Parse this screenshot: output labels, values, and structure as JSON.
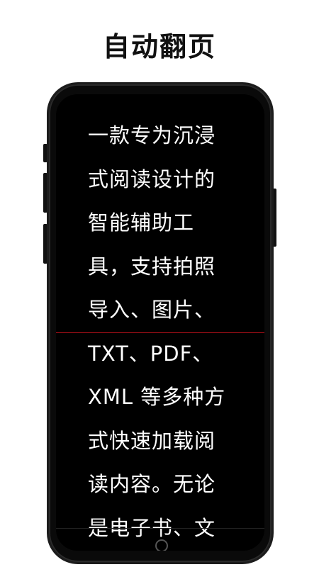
{
  "header": {
    "title": "自动翻页"
  },
  "reader": {
    "lines": [
      "一款专为沉浸",
      "式阅读设计的",
      "智能辅助工",
      "具，支持拍照",
      "导入、图片、",
      "TXT、PDF、",
      "XML 等多种方",
      "式快速加载阅",
      "读内容。无论",
      "是电子书、文"
    ]
  },
  "colors": {
    "guide_line": "#b3101a",
    "screen": "#000000",
    "text": "#ffffff"
  }
}
